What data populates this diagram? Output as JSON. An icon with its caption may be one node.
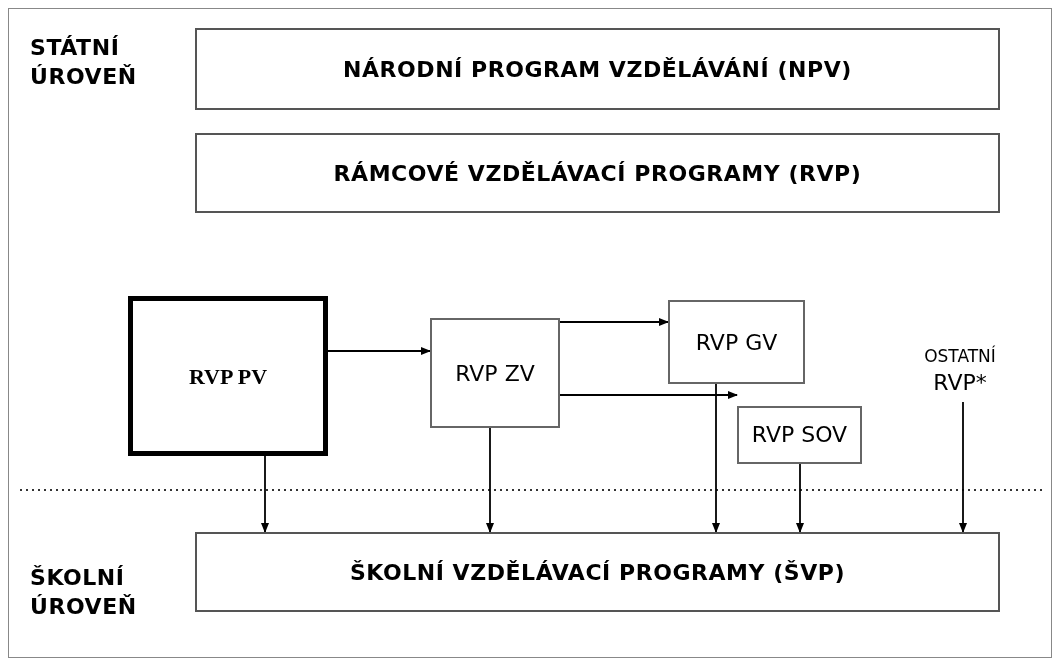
{
  "diagram": {
    "nodes": [
      {
        "text": [
          "NÁRODNÍ PROGRAM VZDĚLÁVÁNÍ (NPV)"
        ]
      },
      {
        "text": [
          "RÁMCOVÉ VZDĚLÁVACÍ PROGRAMY (RVP)"
        ]
      },
      {
        "text": [
          "RVP PV"
        ]
      },
      {
        "text": [
          "RVP ZV"
        ]
      },
      {
        "text": [
          "RVP GV"
        ]
      },
      {
        "text": [
          "RVP SOV"
        ]
      },
      {
        "text": [
          "OSTATNÍ",
          "RVP*"
        ]
      },
      {
        "text": [
          "ŠKOLNÍ VZDĚLÁVACÍ PROGRAMY (ŠVP)"
        ]
      }
    ],
    "edges": [
      {
        "from": 2,
        "to": 3,
        "arrow": "to"
      },
      {
        "from": 3,
        "to": 4,
        "arrow": "to"
      },
      {
        "from": 3,
        "to": 5,
        "arrow": "to"
      },
      {
        "from": 2,
        "to": 7,
        "arrow": "to"
      },
      {
        "from": 3,
        "to": 7,
        "arrow": "to"
      },
      {
        "from": 4,
        "to": 7,
        "arrow": "to"
      },
      {
        "from": 5,
        "to": 7,
        "arrow": "to"
      },
      {
        "from": 6,
        "to": 7,
        "arrow": "to"
      }
    ],
    "labels": [
      "STÁTNÍ ÚROVEŇ",
      "ŠKOLNÍ ÚROVEŇ"
    ]
  }
}
